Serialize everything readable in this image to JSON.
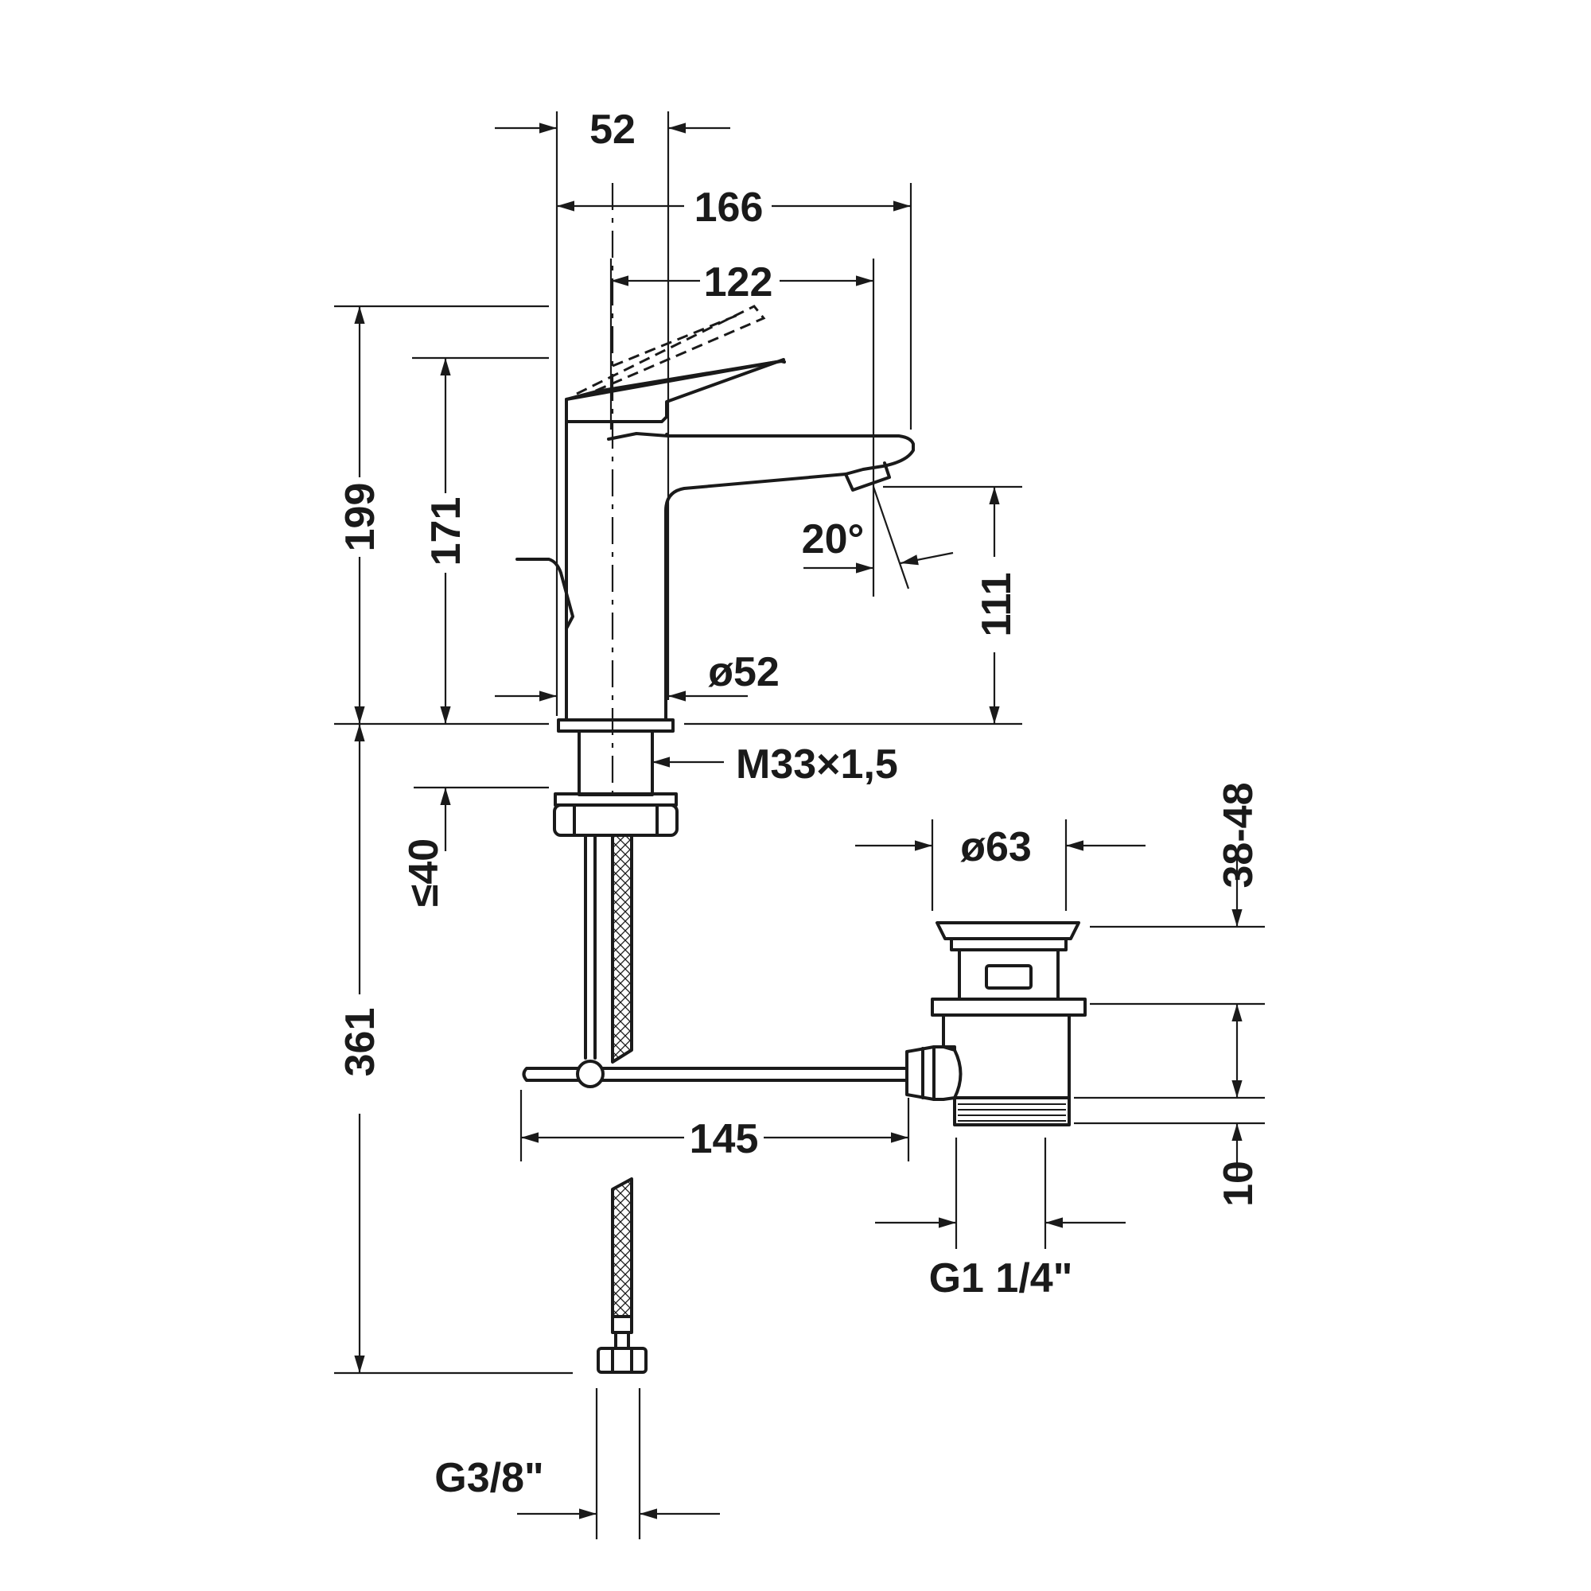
{
  "dimensions": {
    "d52_top": "52",
    "d166": "166",
    "d122": "122",
    "d199": "199",
    "d171": "171",
    "angle": "20°",
    "d111": "111",
    "dia52": "ø52",
    "thread": "M33×1,5",
    "max40": "≤40",
    "dia63": "ø63",
    "range": "38-48",
    "d361": "361",
    "d145": "145",
    "d10": "10",
    "g114": "G1 1/4\"",
    "g38": "G3/8\""
  }
}
